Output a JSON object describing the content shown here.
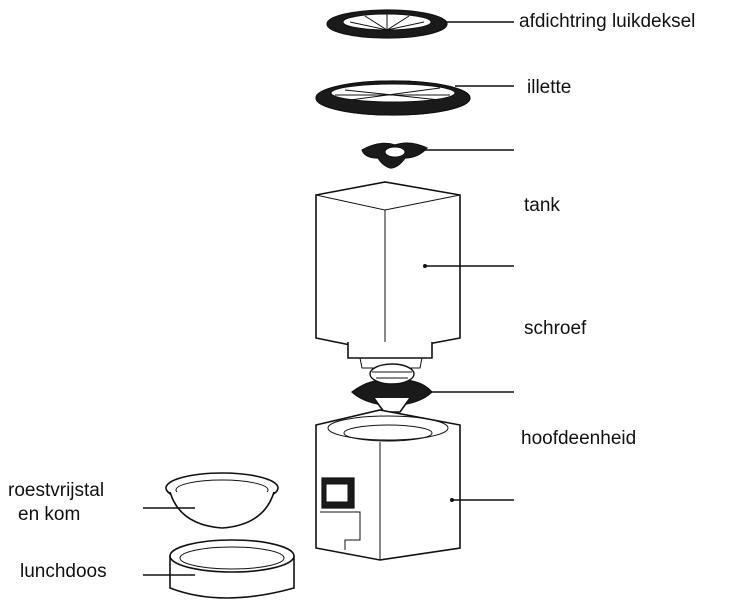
{
  "labels": {
    "seal_ring": "afdichtring luikdeksel",
    "illette": "illette",
    "tank": "tank",
    "screw": "schroef",
    "main_unit": "hoofdeenheid",
    "bowl_line1": "roestvrijstal",
    "bowl_line2": "en kom",
    "lunchbox": "lunchdoos"
  }
}
